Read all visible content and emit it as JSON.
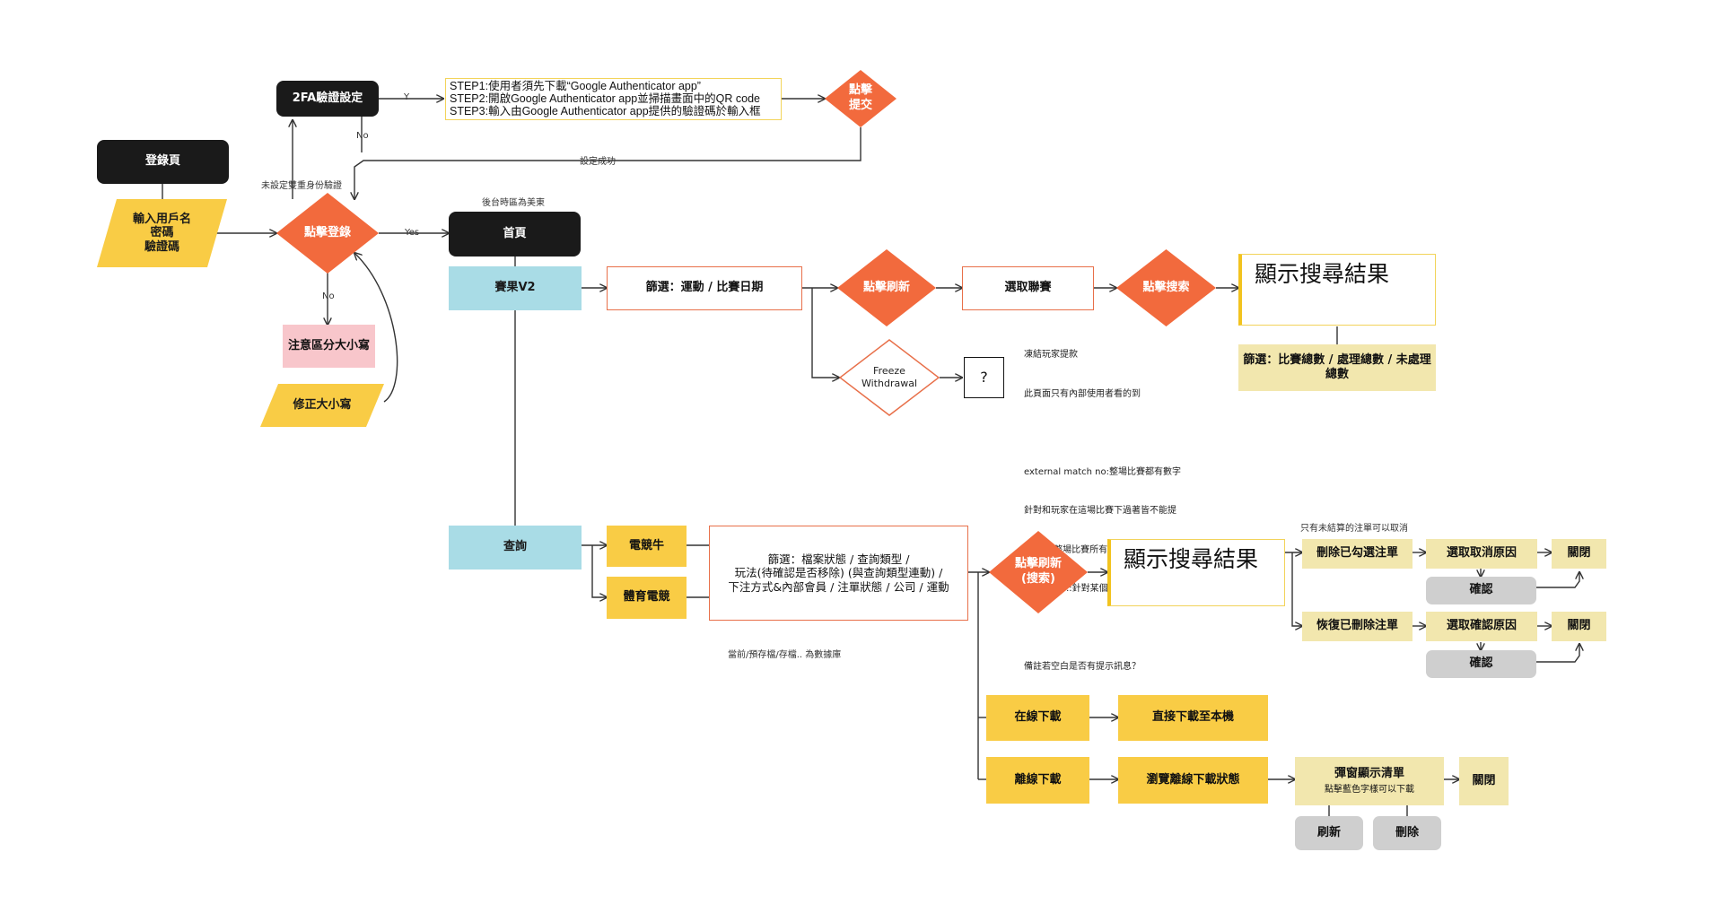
{
  "colors": {
    "black": "#1a1a1a",
    "cyan": "#a9dce6",
    "yellow": "#f9cc45",
    "beige": "#f2e7ae",
    "gray": "#cfcfcf",
    "pink": "#f8c6cb",
    "orange": "#f26a3d",
    "outline_red": "#e8704a"
  },
  "nodes": {
    "login_page": "登錄頁",
    "input_credentials": "輸入用戶名\n密碼\n驗證碼",
    "click_login": "點擊登錄",
    "case_note": "注意區分大小寫",
    "fix_case": "修正大小寫",
    "twofa_setup": "2FA驗證設定",
    "steps": [
      "STEP1:使用者須先下載“Google Authenticator app”",
      "STEP2:開啟Google Authenticator app並掃描畫面中的QR code",
      "STEP3:輸入由Google Authenticator app提供的驗證碼於輸入框"
    ],
    "click_submit": "點擊\n提交",
    "home": "首頁",
    "results_v2": "賽果V2",
    "filter_sport_date": "篩選：運動 / 比賽日期",
    "click_refresh": "點擊刷新",
    "select_league": "選取聯賽",
    "click_search": "點擊搜索",
    "show_results_1": "顯示搜尋結果",
    "filter_totals": "篩選：比賽總數 / 處理總數 / 未處理總數",
    "freeze_withdrawal": "Freeze\nWithdrawal",
    "question": "?",
    "query": "查詢",
    "esports_bull": "電競牛",
    "sports_esports": "體育電競",
    "filter_query": "篩選：檔案狀態 / 查詢類型 /\n玩法(待確認是否移除) (與查詢類型連動) /\n下注方式&內部會員 / 注單狀態 / 公司 / 運動",
    "click_refresh_search": "點擊刷新\n(搜索)",
    "show_results_2": "顯示搜尋結果",
    "delete_selected": "刪除已勾選注單",
    "select_cancel_reason": "選取取消原因",
    "close_1": "關閉",
    "confirm_1": "確認",
    "restore_deleted": "恢復已刪除注單",
    "select_confirm_reason": "選取確認原因",
    "close_2": "關閉",
    "confirm_2": "確認",
    "online_download": "在線下載",
    "direct_download": "直接下載至本機",
    "offline_download": "離線下載",
    "browse_offline": "瀏覽離線下載狀態",
    "popup_list": "彈窗顯示清單",
    "popup_hint": "點擊藍色字樣可以下載",
    "close_3": "關閉",
    "refresh": "刷新",
    "delete": "刪除"
  },
  "labels": {
    "y": "Y",
    "no_1": "No",
    "no_2": "No",
    "yes": "Yes",
    "not_set_2fa": "未設定雙重身份驗證",
    "setup_success": "設定成功",
    "timezone": "後台時區為美東",
    "db_note": "當前/預存檔/存檔.. 為數據庫",
    "cancel_note": "只有未結算的注單可以取消"
  },
  "notes": [
    "凍結玩家提款",
    "此頁面只有內部使用者看的到",
    "",
    "external match no:整場比賽都有數字",
    "針對和玩家在這場比賽下過著皆不能提",
    "款 針對整場比賽所有玩家凍結提款",
    "match no.:針對某個玩法的玩家凍結提款",
    "",
    "備註若空白是否有提示訊息？"
  ]
}
